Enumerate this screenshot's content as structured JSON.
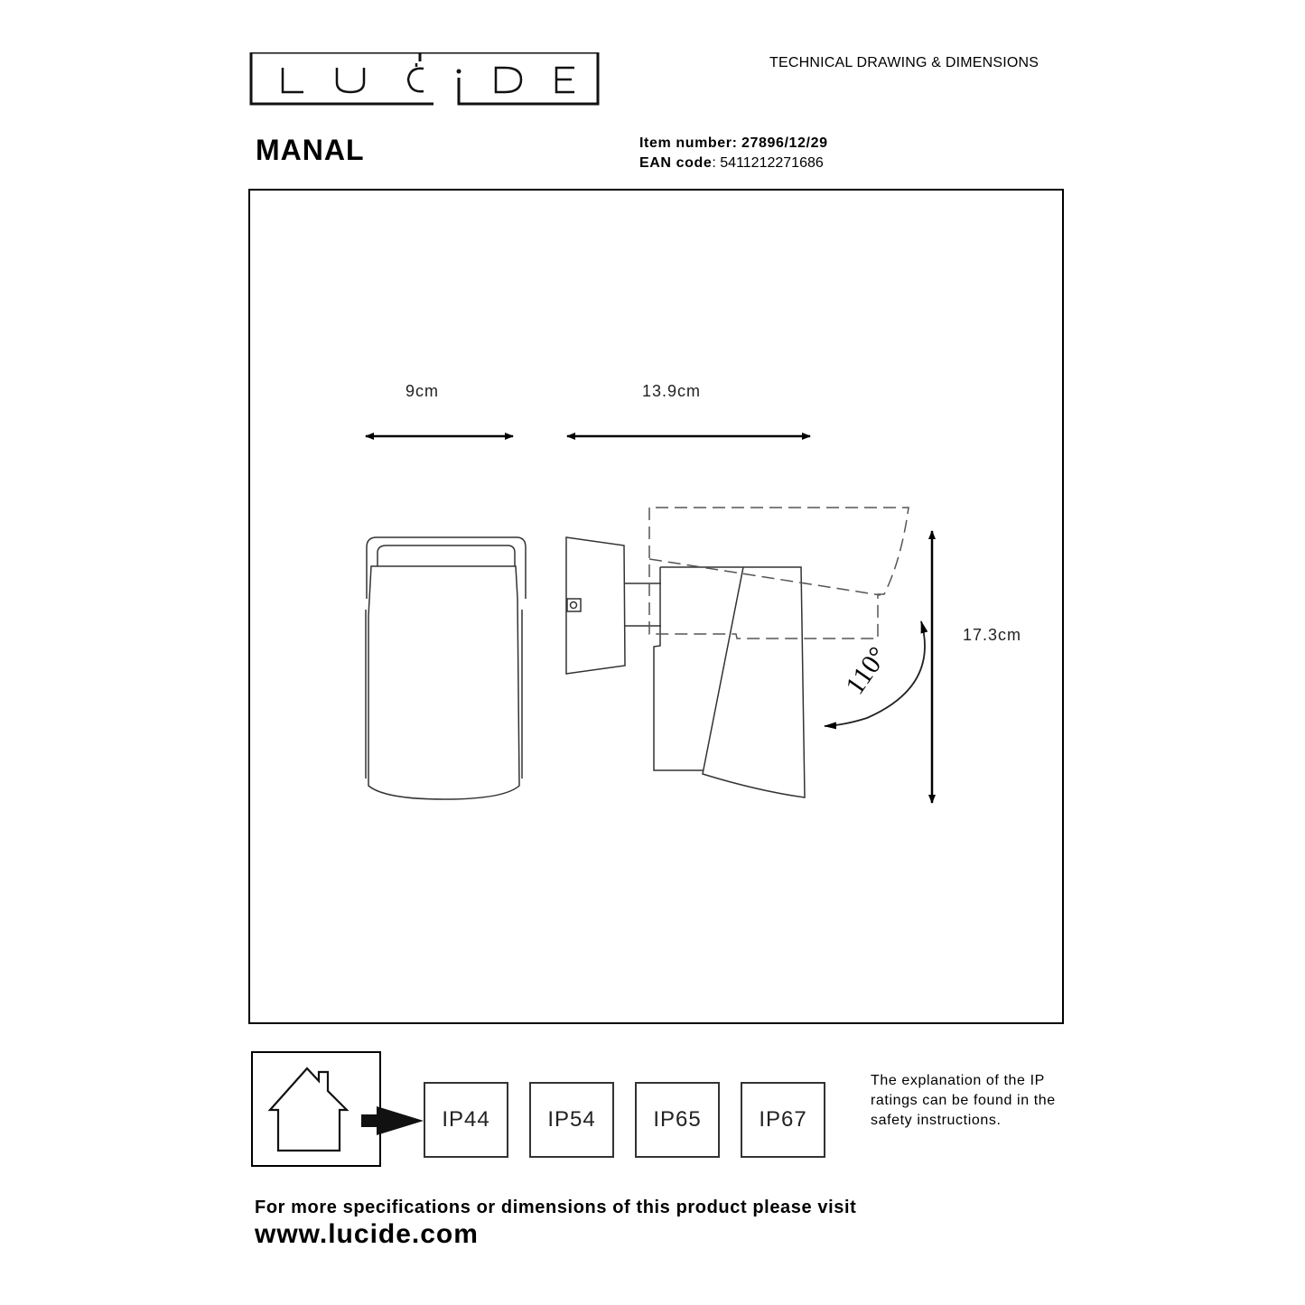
{
  "header": {
    "brand": "LUCIDE",
    "document_type": "TECHNICAL DRAWING & DIMENSIONS"
  },
  "product": {
    "name": "MANAL",
    "item_number_label": "Item number:",
    "item_number": "27896/12/29",
    "ean_label": "EAN code",
    "ean_value": ": 5411212271686"
  },
  "drawing": {
    "dimensions": {
      "width": "9cm",
      "depth": "13.9cm",
      "height": "17.3cm",
      "tilt_angle": "110°"
    }
  },
  "ip_ratings": {
    "icon": "house-icon",
    "items": [
      {
        "label": "IP44"
      },
      {
        "label": "IP54"
      },
      {
        "label": "IP65"
      },
      {
        "label": "IP67"
      }
    ],
    "note": "The explanation of the IP ratings can be found in the safety instructions."
  },
  "footer": {
    "text": "For more specifications or dimensions of this product please visit",
    "url": "www.lucide.com"
  }
}
